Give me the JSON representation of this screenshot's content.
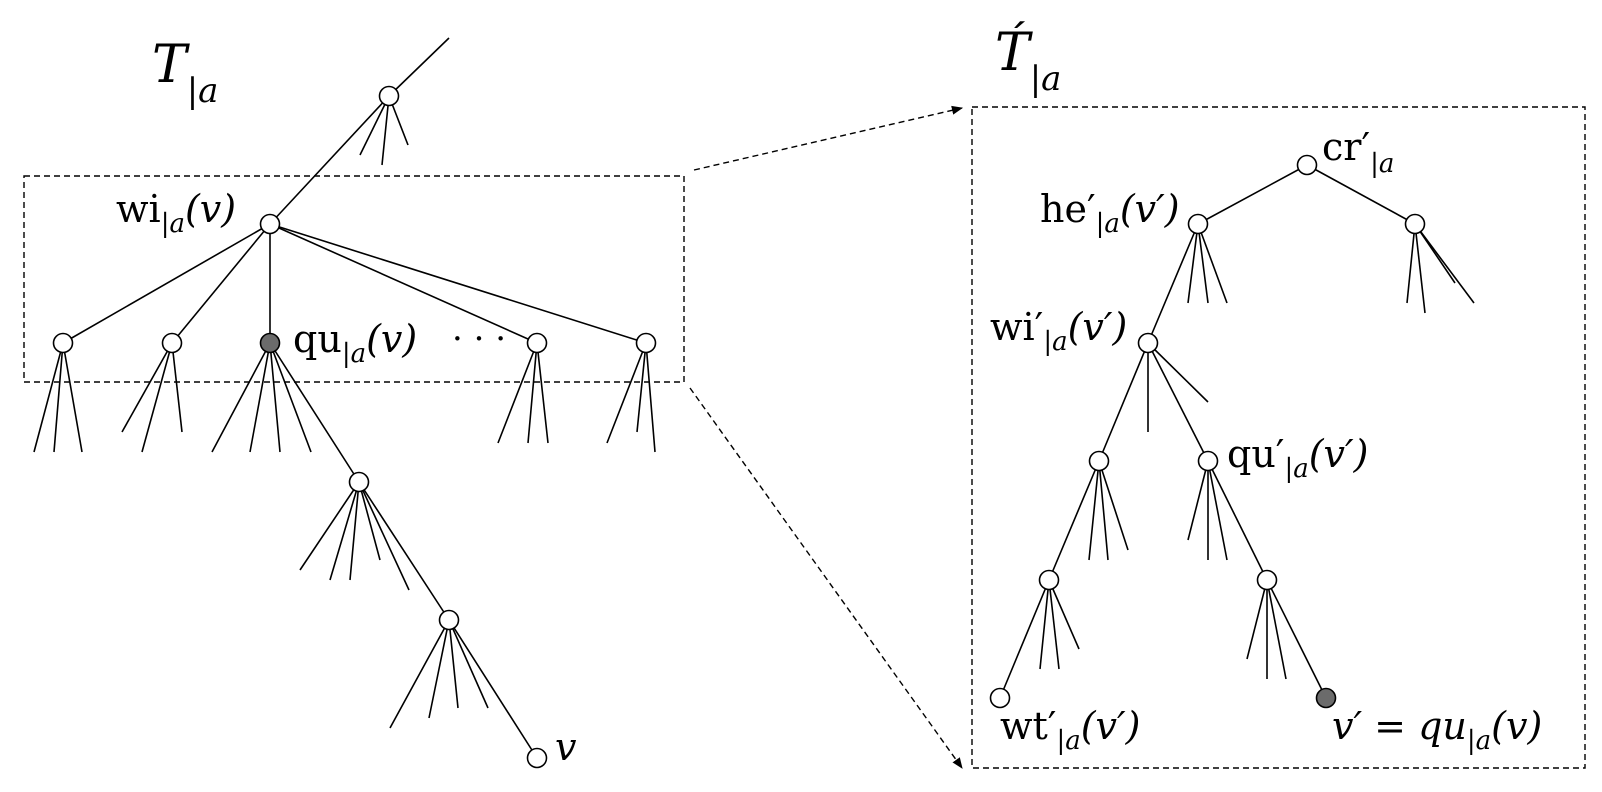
{
  "left_tree": {
    "title": {
      "base": "T",
      "sub": "|a"
    },
    "labels": {
      "wi": {
        "name": "wi",
        "sub": "|a",
        "arg": "(v)"
      },
      "qu": {
        "name": "qu",
        "sub": "|a",
        "arg": "(v)"
      },
      "dots": "· · ·",
      "v": "v"
    }
  },
  "right_tree": {
    "title": {
      "base": "T́",
      "sub": "|a"
    },
    "labels": {
      "cr": {
        "name": "cr′",
        "sub": "|a",
        "arg": ""
      },
      "he": {
        "name": "he′",
        "sub": "|a",
        "arg": "(v′)"
      },
      "wi": {
        "name": "wi′",
        "sub": "|a",
        "arg": "(v′)"
      },
      "qu": {
        "name": "qu′",
        "sub": "|a",
        "arg": "(v′)"
      },
      "wt": {
        "name": "wt′",
        "sub": "|a",
        "arg": "(v′)"
      },
      "vq": {
        "pre": "v′ = qu",
        "sub": "|a",
        "arg": "(v)"
      }
    }
  },
  "colors": {
    "line": "#000000",
    "node_fill": "#ffffff",
    "highlight_fill": "#6b6b6b"
  }
}
